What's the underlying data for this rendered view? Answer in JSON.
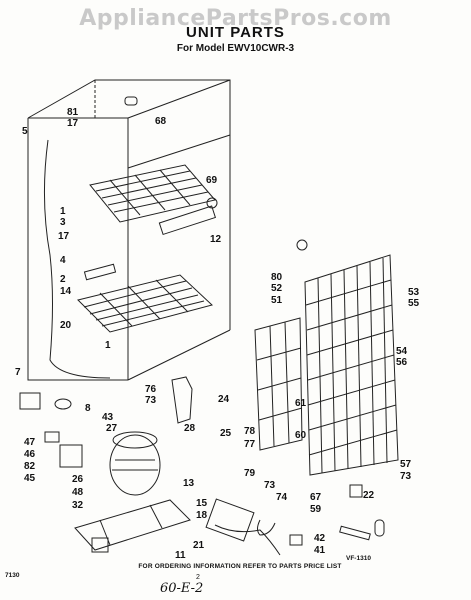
{
  "watermark": "AppliancePartsPros.com",
  "title": "UNIT PARTS",
  "subtitle": "For Model EWV10CWR-3",
  "footer": {
    "ordering_note": "FOR ORDERING INFORMATION REFER TO PARTS PRICE LIST",
    "figure_code": "VF-1310",
    "file_code": "7130",
    "page_number": "2",
    "handwritten": "60-E-2"
  },
  "callouts": [
    "81",
    "17",
    "68",
    "5",
    "69",
    "1",
    "3",
    "17",
    "12",
    "4",
    "2",
    "14",
    "20",
    "1",
    "80",
    "52",
    "51",
    "53",
    "55",
    "54",
    "56",
    "7",
    "8",
    "76",
    "73",
    "24",
    "61",
    "43",
    "47",
    "46",
    "82",
    "45",
    "27",
    "28",
    "25",
    "78",
    "60",
    "77",
    "79",
    "26",
    "48",
    "32",
    "13",
    "15",
    "18",
    "21",
    "73",
    "74",
    "57",
    "73",
    "22",
    "67",
    "59",
    "42",
    "41",
    "11"
  ]
}
